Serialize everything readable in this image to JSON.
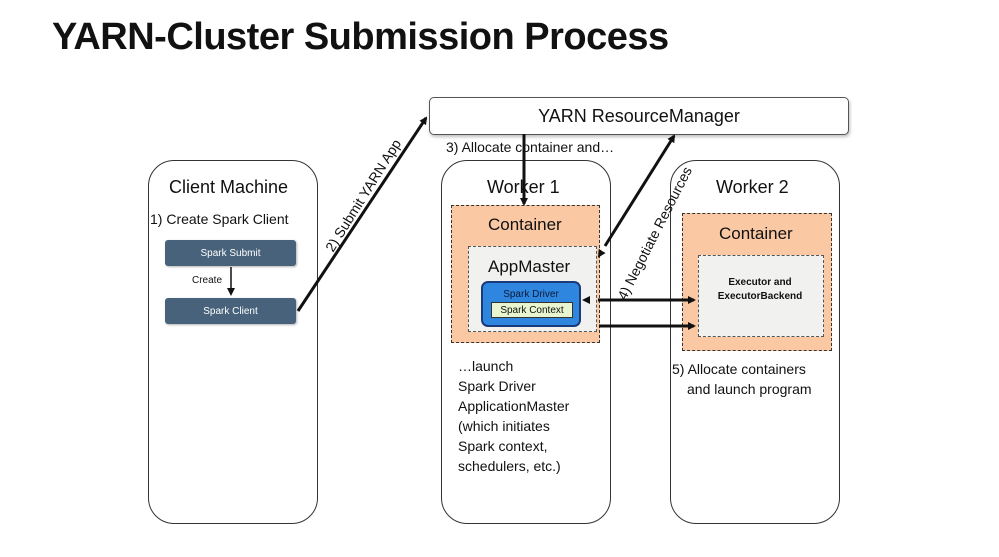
{
  "title": "YARN-Cluster Submission Process",
  "resource_manager": {
    "label": "YARN ResourceManager"
  },
  "client": {
    "title": "Client Machine",
    "step1": "1) Create Spark Client",
    "spark_submit": "Spark Submit",
    "create": "Create",
    "spark_client": "Spark Client"
  },
  "worker1": {
    "title": "Worker 1",
    "container": "Container",
    "appmaster": "AppMaster",
    "spark_driver": "Spark Driver",
    "spark_context": "Spark Context",
    "launch_lines": [
      "…launch",
      "Spark Driver",
      "ApplicationMaster",
      "(which initiates",
      " Spark context,",
      " schedulers, etc.)"
    ]
  },
  "worker2": {
    "title": "Worker 2",
    "container": "Container",
    "executor_line1": "Executor and",
    "executor_line2": "ExecutorBackend",
    "step5_line1": "5) Allocate containers",
    "step5_line2": "and launch program"
  },
  "steps": {
    "submit": "2) Submit YARN App",
    "allocate": "3) Allocate container and…",
    "negotiate": "4) Negotiate Resources"
  }
}
